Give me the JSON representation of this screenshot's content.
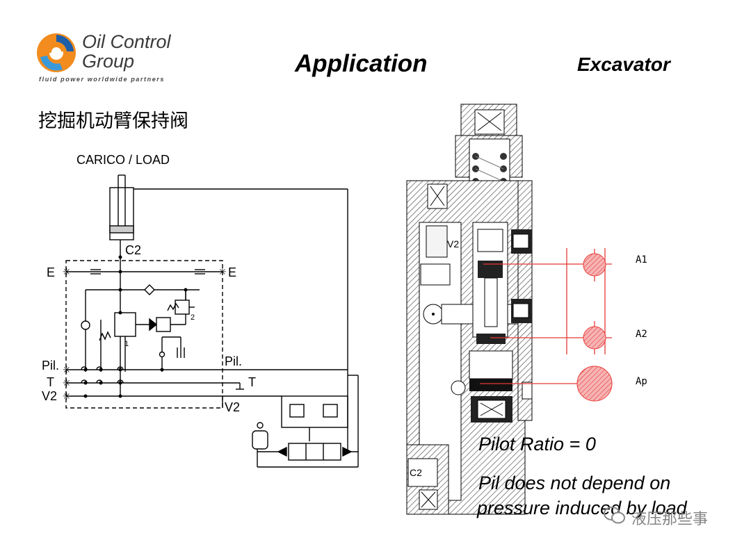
{
  "logo": {
    "line1": "Oil Control",
    "line2": "Group",
    "tagline": "fluid power worldwide partners"
  },
  "header": {
    "title": "Application",
    "subtitle": "Excavator"
  },
  "cn_title": "挖掘机动臂保持阀",
  "schematic": {
    "load_label": "CARICO / LOAD",
    "c2": "C2",
    "e_left": "E",
    "e_right": "E",
    "pil_left": "Pil.",
    "pil_right": "Pil.",
    "t_left": "T",
    "t_right": "T",
    "v2_left": "V2",
    "v2_right": "V2",
    "port1": "1",
    "port2": "2"
  },
  "section": {
    "v2": "V2",
    "c2": "C2",
    "a1": "A1",
    "a2": "A2",
    "ap": "Ap"
  },
  "notes": {
    "line1": "Pilot Ratio = 0",
    "line2": "Pil does not depend on",
    "line3": "pressure induced by load"
  },
  "watermark": "液压那些事",
  "colors": {
    "accent_red": "#e53935",
    "logo_orange": "#f28c1e",
    "logo_blue": "#2f7fc1"
  }
}
